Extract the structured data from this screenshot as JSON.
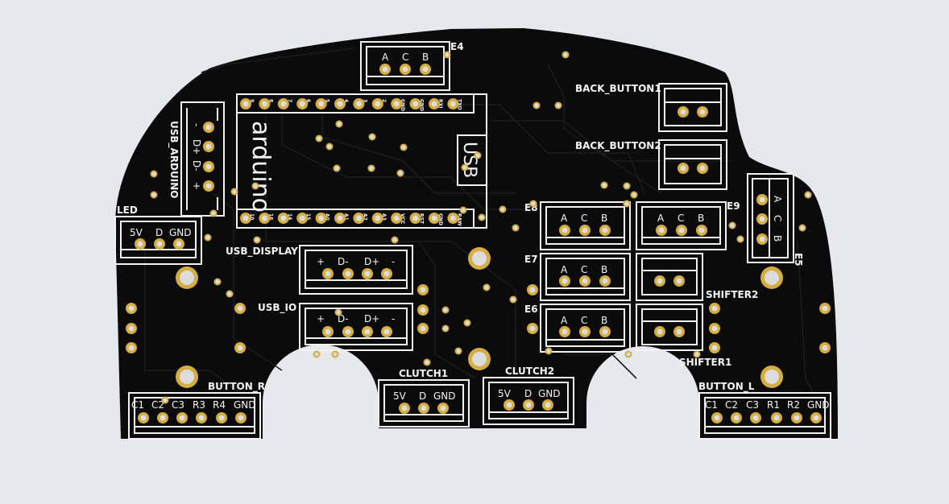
{
  "board": {
    "colors": {
      "board": "#0b0b0b",
      "silkscreen": "#f2f2f2",
      "pad": "#d6ad3f",
      "background": "#e6e8eb"
    },
    "arduino": {
      "logo": "arduino",
      "usb_label": "USB",
      "top_pins": [
        "9",
        "8",
        "7",
        "6",
        "5",
        "4",
        "3",
        "2",
        "GND",
        "GND",
        "RXI",
        "TXO"
      ],
      "bottom_pins": [
        "10",
        "16",
        "14",
        "15",
        "A0",
        "A1",
        "A2",
        "A3",
        "VCC",
        "RST",
        "GND",
        "RAW"
      ]
    },
    "connectors": {
      "e4": {
        "name": "E4",
        "pins": [
          "A",
          "C",
          "B"
        ]
      },
      "usb_arduino": {
        "name": "USB_ARDUINO",
        "pins": [
          "-",
          "D+",
          "D-",
          "+"
        ]
      },
      "led": {
        "name": "LED",
        "pins": [
          "5V",
          "D",
          "GND"
        ]
      },
      "usb_display": {
        "name": "USB_DISPLAY",
        "pins": [
          "+",
          "D-",
          "D+",
          "-"
        ]
      },
      "usb_io": {
        "name": "USB_IO",
        "pins": [
          "+",
          "D-",
          "D+",
          "-"
        ]
      },
      "button_r": {
        "name": "BUTTON_R",
        "pins": [
          "C1",
          "C2",
          "C3",
          "R3",
          "R4",
          "GND"
        ]
      },
      "clutch1": {
        "name": "CLUTCH1",
        "pins": [
          "5V",
          "D",
          "GND"
        ]
      },
      "clutch2": {
        "name": "CLUTCH2",
        "pins": [
          "5V",
          "D",
          "GND"
        ]
      },
      "button_l": {
        "name": "BUTTON_L",
        "pins": [
          "C1",
          "C2",
          "C3",
          "R1",
          "R2",
          "GND"
        ]
      },
      "back_button1": {
        "name": "BACK_BUTTON1"
      },
      "back_button2": {
        "name": "BACK_BUTTON2"
      },
      "e5": {
        "name": "E5",
        "pins": [
          "A",
          "C",
          "B"
        ]
      },
      "e9": {
        "name": "E9",
        "pins": [
          "A",
          "C",
          "B"
        ]
      },
      "e8": {
        "name": "E8",
        "pins": [
          "A",
          "C",
          "B"
        ]
      },
      "e7": {
        "name": "E7",
        "pins": [
          "A",
          "C",
          "B"
        ]
      },
      "e6": {
        "name": "E6",
        "pins": [
          "A",
          "C",
          "B"
        ]
      },
      "shifter2": {
        "name": "SHIFTER2"
      },
      "shifter1": {
        "name": "SHIFTER1"
      }
    }
  }
}
